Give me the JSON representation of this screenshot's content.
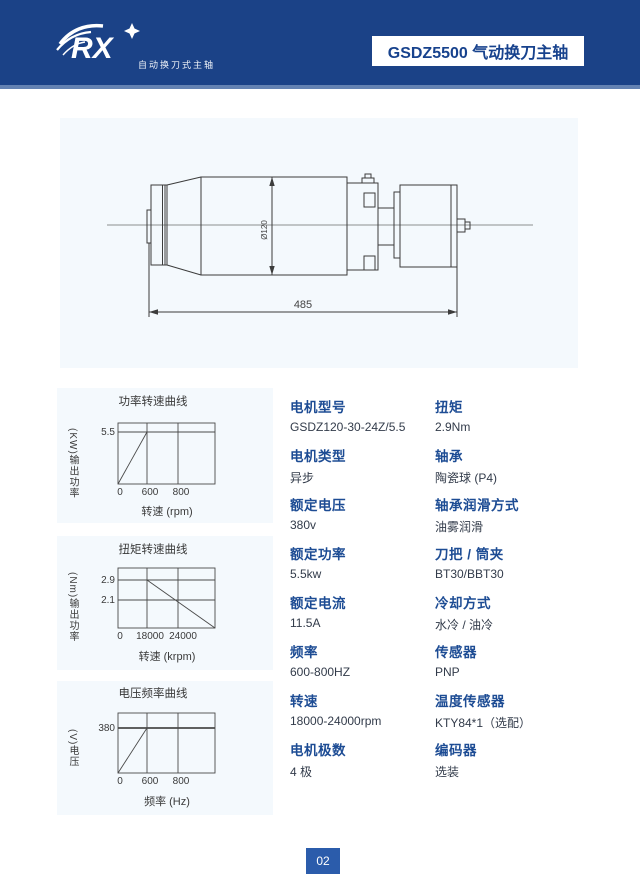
{
  "header": {
    "logo_text": "RX",
    "logo_subtitle": "自动换刀式主轴",
    "title": "GSDZ5500 气动换刀主轴"
  },
  "drawing": {
    "length_dim": "485",
    "diameter_dim": "Ø120"
  },
  "chart_data": [
    {
      "type": "line",
      "title": "功率转速曲线",
      "xlabel": "转速 (rpm)",
      "ylabel": "输出功率(KW)",
      "ylabel_display": "(KW)输出功率",
      "xticks": [
        "0",
        "600",
        "800"
      ],
      "yticks": [
        "5.5"
      ],
      "series": [
        {
          "name": "输出功率",
          "points": [
            [
              0,
              0
            ],
            [
              600,
              5.5
            ],
            [
              800,
              5.5
            ]
          ],
          "note": "线性上升至600后恒定5.5KW"
        }
      ]
    },
    {
      "type": "line",
      "title": "扭矩转速曲线",
      "xlabel": "转速 (krpm)",
      "ylabel": "输出功率(Nm)",
      "ylabel_display": "(Nm)输出功率",
      "xticks": [
        "0",
        "18000",
        "24000"
      ],
      "yticks": [
        "2.9",
        "2.1"
      ],
      "series": [
        {
          "name": "扭矩",
          "points": [
            [
              0,
              2.9
            ],
            [
              18000,
              2.9
            ],
            [
              24000,
              2.1
            ]
          ],
          "note": "18000后线性下降"
        }
      ]
    },
    {
      "type": "line",
      "title": "电压频率曲线",
      "xlabel": "频率 (Hz)",
      "ylabel": "电压(V)",
      "ylabel_display": "(V)电压",
      "xticks": [
        "0",
        "600",
        "800"
      ],
      "yticks": [
        "380"
      ],
      "series": [
        {
          "name": "电压",
          "points": [
            [
              0,
              0
            ],
            [
              600,
              380
            ],
            [
              800,
              380
            ]
          ],
          "note": "线性上升至600后恒定380V"
        }
      ]
    }
  ],
  "specs": {
    "left": [
      {
        "label": "电机型号",
        "value": "GSDZ120-30-24Z/5.5"
      },
      {
        "label": "电机类型",
        "value": "异步"
      },
      {
        "label": "额定电压",
        "value": "380v"
      },
      {
        "label": "额定功率",
        "value": "5.5kw"
      },
      {
        "label": "额定电流",
        "value": "11.5A"
      },
      {
        "label": "频率",
        "value": "600-800HZ"
      },
      {
        "label": "转速",
        "value": "18000-24000rpm"
      },
      {
        "label": "电机极数",
        "value": "4 极"
      }
    ],
    "right": [
      {
        "label": "扭矩",
        "value": "2.9Nm"
      },
      {
        "label": "轴承",
        "value": "陶瓷球 (P4)"
      },
      {
        "label": "轴承润滑方式",
        "value": "油雾润滑"
      },
      {
        "label": "刀把 / 筒夹",
        "value": "BT30/BBT30"
      },
      {
        "label": "冷却方式",
        "value": "水冷 / 油冷"
      },
      {
        "label": "传感器",
        "value": "PNP"
      },
      {
        "label": "温度传感器",
        "value": "KTY84*1（选配）"
      },
      {
        "label": "编码器",
        "value": "选装"
      }
    ]
  },
  "footer": {
    "page_number": "02"
  }
}
